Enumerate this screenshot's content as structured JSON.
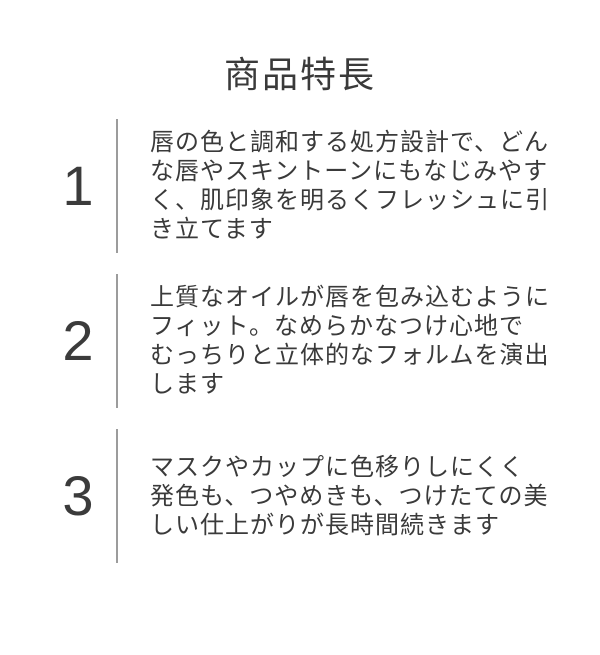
{
  "page": {
    "title": "商品特長"
  },
  "colors": {
    "background": "#ffffff",
    "text": "#3a3a3a",
    "number": "#3b3b3b",
    "divider": "#9c9c9c"
  },
  "features": [
    {
      "number": "1",
      "text": "唇の色と調和する処方設計で、どん\nな唇やスキントーンにもなじみやす\nく、肌印象を明るくフレッシュに引\nき立てます"
    },
    {
      "number": "2",
      "text": "上質なオイルが唇を包み込むように\nフィット。なめらかなつけ心地で\nむっちりと立体的なフォルムを演出\nします"
    },
    {
      "number": "3",
      "text": "マスクやカップに色移りしにくく\n発色も、つやめきも、つけたての美\nしい仕上がりが長時間続きます"
    }
  ]
}
